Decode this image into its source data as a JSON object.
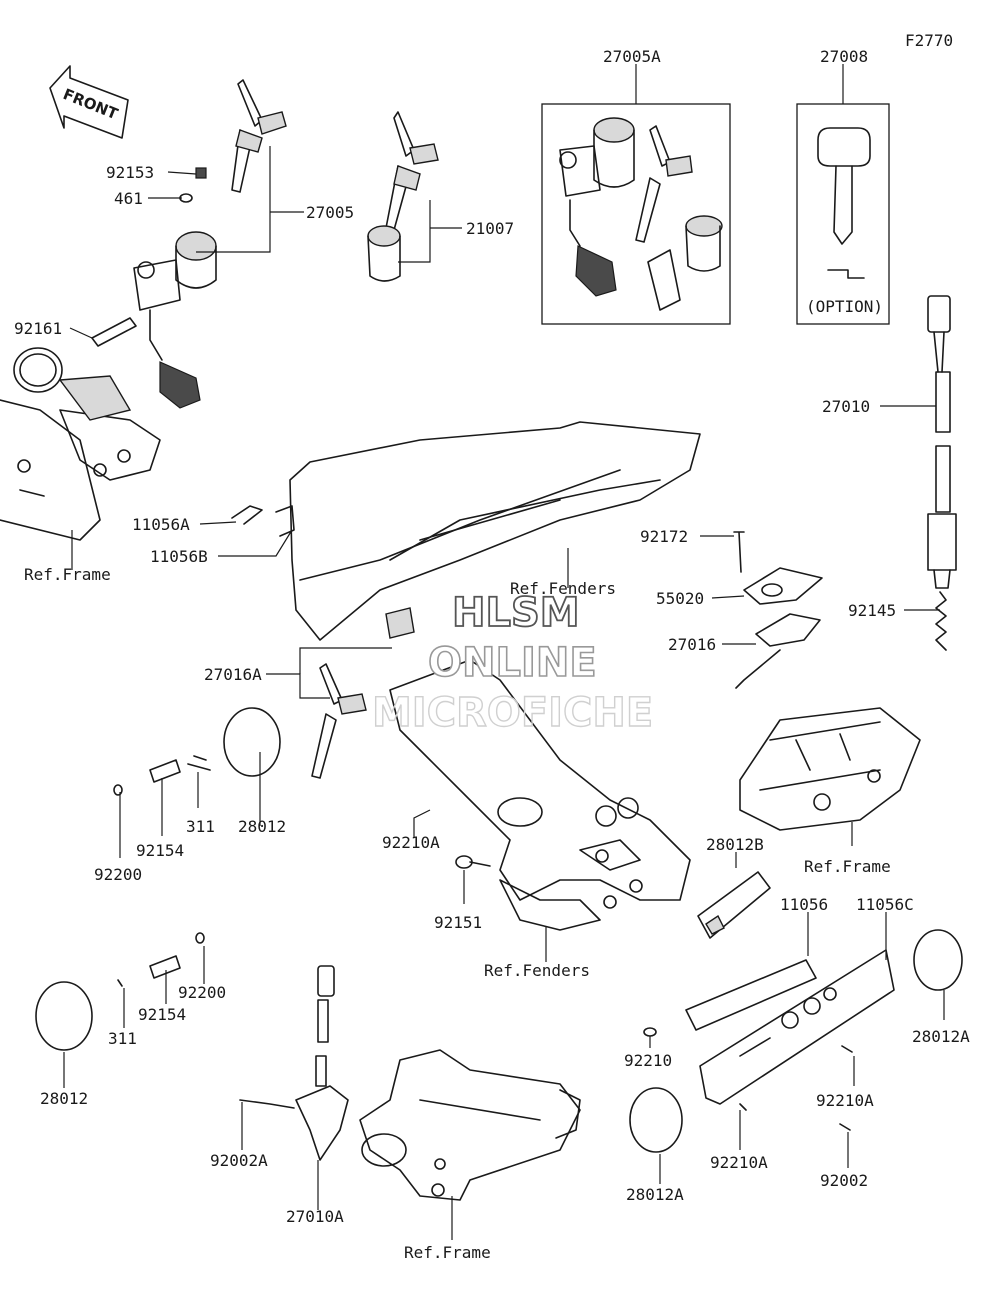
{
  "diagram_code": "F2770",
  "front_label": "FRONT",
  "option_label": "(OPTION)",
  "watermark": [
    "HLSM",
    "ONLINE",
    "MICROFICHE"
  ],
  "callouts": {
    "p27005A": "27005A",
    "p27008": "27008",
    "p92153": "92153",
    "p461": "461",
    "p27005": "27005",
    "p21007": "21007",
    "p92161": "92161",
    "p27010": "27010",
    "p11056A": "11056A",
    "p11056B": "11056B",
    "p92172": "92172",
    "p55020": "55020",
    "p92145": "92145",
    "p27016": "27016",
    "p27016A": "27016A",
    "p92210A_1": "92210A",
    "p28012B": "28012B",
    "p11056": "11056",
    "p11056C": "11056C",
    "p92151": "92151",
    "p28012_1": "28012",
    "p311_1": "311",
    "p92154_1": "92154",
    "p92200_1": "92200",
    "p92200_2": "92200",
    "p92154_2": "92154",
    "p311_2": "311",
    "p28012_2": "28012",
    "p28012A_1": "28012A",
    "p92210": "92210",
    "p92210A_2": "92210A",
    "p92210A_3": "92210A",
    "p92002": "92002",
    "p28012A_2": "28012A",
    "p92002A": "92002A",
    "p27010A": "27010A"
  },
  "refs": {
    "ref_frame_1": "Ref.Frame",
    "ref_fenders_1": "Ref.Fenders",
    "ref_frame_2": "Ref.Frame",
    "ref_fenders_2": "Ref.Fenders",
    "ref_frame_3": "Ref.Frame"
  }
}
